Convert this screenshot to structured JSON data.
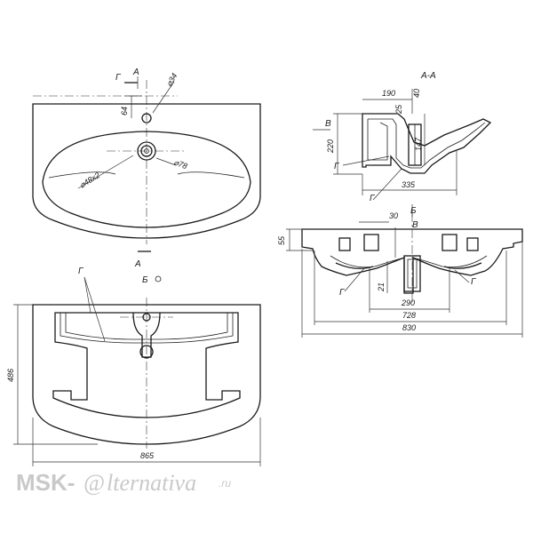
{
  "top_view": {
    "dim_64": "64",
    "dim_hole_34": "⌀34",
    "dim_hole_78": "⌀78",
    "dim_48": "⌀48х2",
    "label_g": "Г",
    "label_a_top": "А",
    "label_a_bottom": "А",
    "label_b": "Б"
  },
  "bottom_view": {
    "dim_486": "486",
    "dim_865": "865",
    "label_g": "Г"
  },
  "section_aa": {
    "title": "А-А",
    "dim_190": "190",
    "dim_40": "40",
    "dim_25": "25",
    "dim_220": "220",
    "dim_147": "147",
    "dim_335": "335",
    "label_v": "В",
    "label_g1": "Г",
    "label_g2": "Г"
  },
  "side_view": {
    "dim_30": "30",
    "dim_55": "55",
    "dim_21": "21",
    "dim_290": "290",
    "dim_728": "728",
    "dim_830": "830",
    "label_b": "Б",
    "label_v": "В",
    "label_g1": "Г",
    "label_g2": "Г"
  },
  "watermark": {
    "part1": "MSK-",
    "at": "@",
    "part2": "lternativa",
    "suffix": ".ru"
  }
}
